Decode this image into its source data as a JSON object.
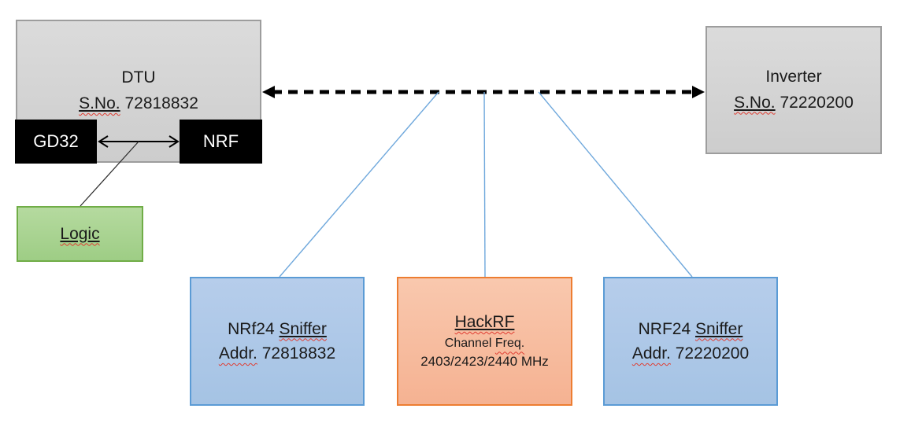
{
  "nodes": {
    "dtu": {
      "title": "DTU",
      "serial_label": "S.No.",
      "serial_number": "72818832"
    },
    "gd32": {
      "label": "GD32"
    },
    "nrf": {
      "label": "NRF"
    },
    "logic": {
      "label": "Logic"
    },
    "inverter": {
      "title": "Inverter",
      "serial_label": "S.No.",
      "serial_number": "72220200"
    },
    "sniffer_left": {
      "name_prefix": "NRf24",
      "name_suffix": "Sniffer",
      "addr_label": "Addr.",
      "address": "72818832"
    },
    "hackrf": {
      "title": "HackRF",
      "freq_label_prefix": "Channel",
      "freq_label_suffix": "Freq.",
      "frequencies": "2403/2423/2440 MHz"
    },
    "sniffer_right": {
      "name_prefix": "NRF24",
      "name_suffix": "Sniffer",
      "addr_label": "Addr.",
      "address": "72220200"
    }
  },
  "colors": {
    "gray_fill": "#d6d6d6",
    "gray_border": "#9d9d9d",
    "black_fill": "#000000",
    "green_fill": "#a9d18e",
    "green_border": "#70ad47",
    "blue_fill": "#aec6e8",
    "blue_border": "#5b9bd5",
    "orange_fill": "#f7bc9e",
    "orange_border": "#ed7d31",
    "connector_blue": "#6fa8dc",
    "arrow_black": "#000000",
    "spellcheck_red": "#e03c31"
  }
}
